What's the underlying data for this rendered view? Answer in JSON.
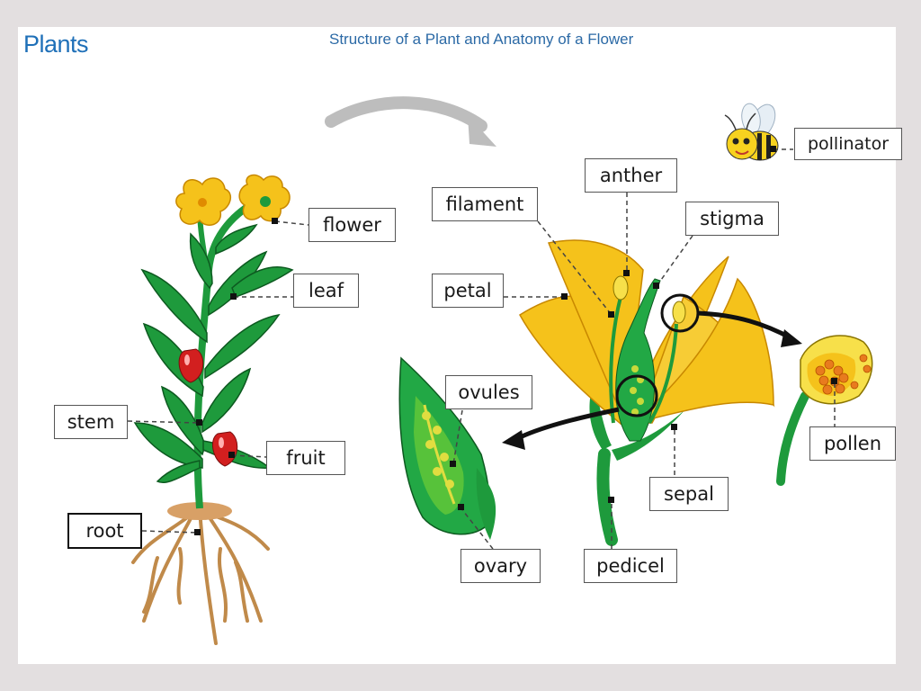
{
  "title": "Plants",
  "subtitle": "Structure of a Plant and Anatomy of a Flower",
  "labels": {
    "flower": "flower",
    "leaf": "leaf",
    "stem": "stem",
    "fruit": "fruit",
    "root": "root",
    "filament": "filament",
    "anther": "anther",
    "stigma": "stigma",
    "petal": "petal",
    "ovules": "ovules",
    "ovary": "ovary",
    "pedicel": "pedicel",
    "sepal": "sepal",
    "pollen": "pollen",
    "pollinator": "pollinator"
  },
  "colors": {
    "leaf_green": "#1e9a3c",
    "petal_yellow": "#f5c21b",
    "fruit_red": "#d21f1f",
    "root_brown": "#c08a4a",
    "title_blue": "#1f70b8"
  }
}
